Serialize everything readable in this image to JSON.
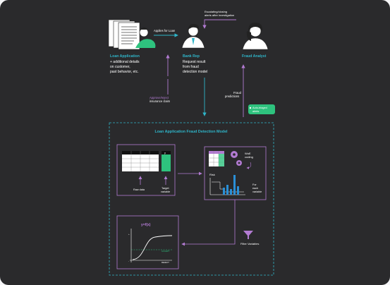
{
  "colors": {
    "background": "#2a2a2c",
    "teal": "#2fb5c9",
    "purple": "#b27bd2",
    "green": "#2ec27e",
    "blue": "#2a8fd6",
    "white": "#ffffff"
  },
  "actors": {
    "loan_title": "Loan Application",
    "loan_desc": [
      "+ additional details",
      "on customer,",
      "past behavior, etc."
    ],
    "bank_title": "Bank Rep",
    "bank_desc": [
      "Request result",
      "from fraud",
      "detection model"
    ],
    "analyst_title": "Fraud Analyst"
  },
  "arrows": {
    "applies": "Applies for Loan",
    "escalating": [
      "Escalating/closing",
      "alerts after investigation"
    ],
    "approve": [
      "Approve/reject",
      "insurance claim"
    ],
    "fraud_predictions": [
      "Fraud",
      "predictions"
    ],
    "auto_alerts": [
      "Auto-triaged",
      "alerts"
    ]
  },
  "model": {
    "title": "Loan Application Fraud Detection Model",
    "table_header_mark": "y",
    "raw_data": "Raw data",
    "target_variable": [
      "Target",
      "variable"
    ],
    "woe_coding": [
      "WoE",
      "coding"
    ],
    "risk": "Risk",
    "for_each_variable": [
      "For",
      "each",
      "variable"
    ],
    "filter_variables": "Filter Variables",
    "formula": "y=f(x)",
    "accept": "ACCEPT",
    "reject": "REJECT"
  }
}
